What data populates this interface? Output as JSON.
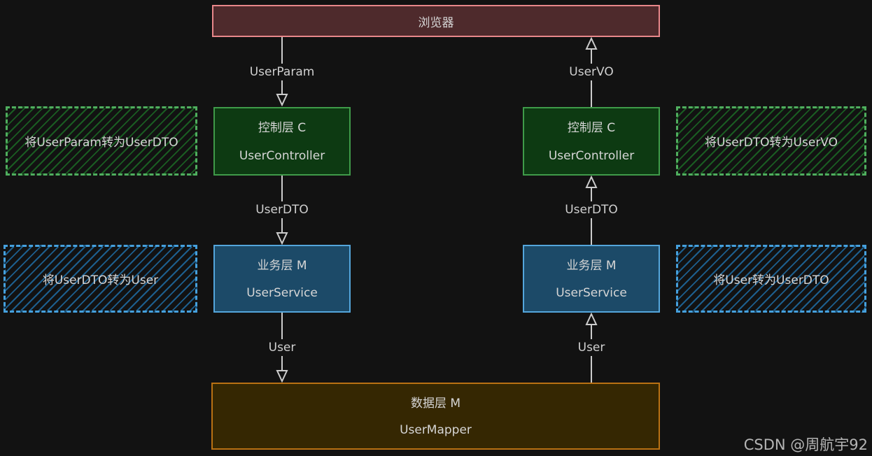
{
  "watermark": "CSDN @周航宇92",
  "nodes": {
    "browser": {
      "title": "浏览器"
    },
    "controller_left": {
      "layer": "控制层 C",
      "component": "UserController"
    },
    "controller_right": {
      "layer": "控制层 C",
      "component": "UserController"
    },
    "service_left": {
      "layer": "业务层 M",
      "component": "UserService"
    },
    "service_right": {
      "layer": "业务层 M",
      "component": "UserService"
    },
    "mapper": {
      "layer": "数据层 M",
      "component": "UserMapper"
    }
  },
  "notes": {
    "param_to_dto": "将UserParam转为UserDTO",
    "dto_to_vo": "将UserDTO转为UserVO",
    "dto_to_user": "将UserDTO转为User",
    "user_to_dto": "将User转为UserDTO"
  },
  "flows": {
    "request_param": "UserParam",
    "request_dto": "UserDTO",
    "request_user": "User",
    "response_user": "User",
    "response_dto": "UserDTO",
    "response_vo": "UserVO"
  },
  "colors": {
    "background": "#121212",
    "browser_fill": "#4e2a2c",
    "browser_border": "#e8878a",
    "controller_fill": "#0d3a12",
    "controller_border": "#3f9b49",
    "service_fill": "#1c4a68",
    "service_border": "#54a6dc",
    "mapper_fill": "#352702",
    "mapper_border": "#b97113",
    "note_green_border": "#4fae5e",
    "note_green_hatch": "#1a5c22",
    "note_blue_border": "#45a0dd",
    "note_blue_hatch": "#1d5f8e",
    "arrow": "#cccccc",
    "text": "#d6d6d6"
  }
}
